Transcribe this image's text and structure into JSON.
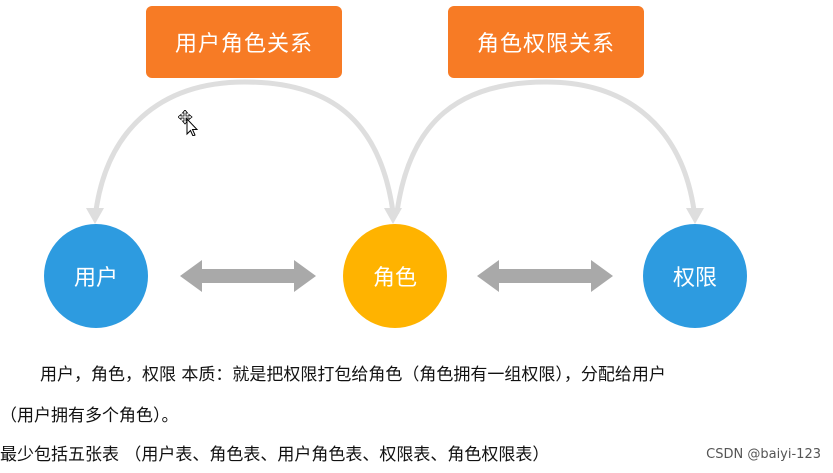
{
  "boxes": {
    "user_role": "用户角色关系",
    "role_permission": "角色权限关系"
  },
  "nodes": {
    "user": "用户",
    "role": "角色",
    "permission": "权限"
  },
  "description": {
    "line1": "用户，角色，权限  本质：就是把权限打包给角色（角色拥有一组权限），分配给用户",
    "line2": "（用户拥有多个角色）。",
    "line3": "最少包括五张表 （用户表、角色表、用户角色表、权限表、角色权限表）"
  },
  "watermark": "CSDN @baiyi-123",
  "colors": {
    "box_orange": "#f77b25",
    "node_blue": "#2d9be0",
    "node_yellow": "#ffb300",
    "arrow_gray": "#a9a9a9",
    "arc_gray": "#dedede"
  },
  "icons": {
    "cursor": "move-cursor-icon"
  }
}
